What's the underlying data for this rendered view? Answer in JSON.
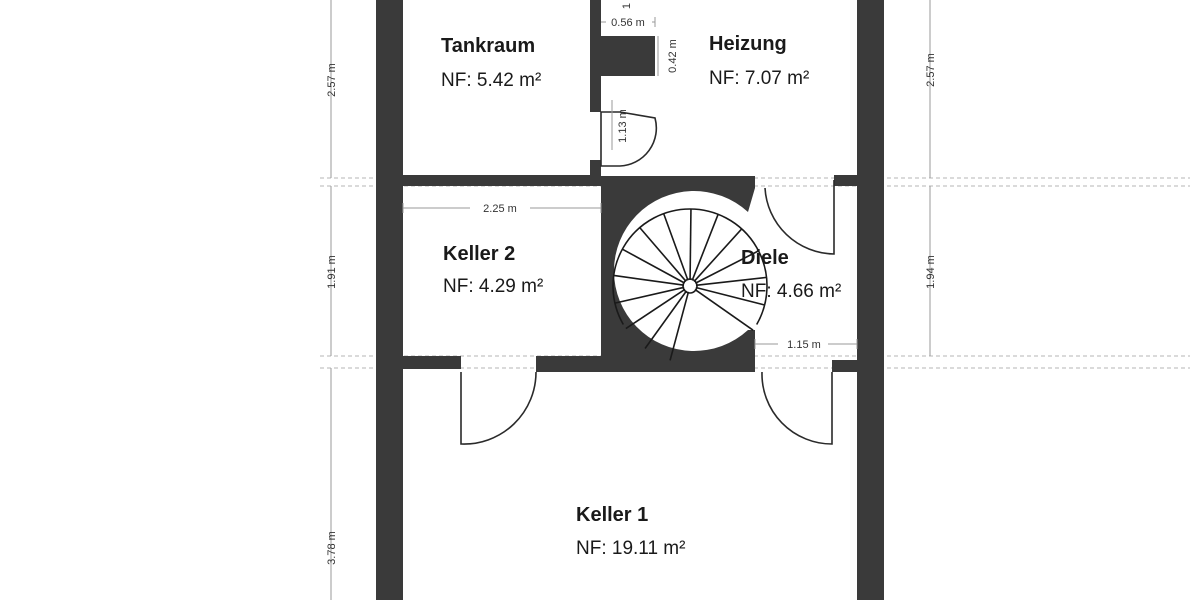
{
  "rooms": {
    "tankraum": {
      "name": "Tankraum",
      "area": "NF: 5.42 m²"
    },
    "heizung": {
      "name": "Heizung",
      "area": "NF: 7.07 m²"
    },
    "keller2": {
      "name": "Keller 2",
      "area": "NF: 4.29 m²"
    },
    "diele": {
      "name": "Diele",
      "area": "NF: 4.66 m²"
    },
    "keller1": {
      "name": "Keller 1",
      "area": "NF: 19.11 m²"
    }
  },
  "dimensions": {
    "left_top": "2.57 m",
    "left_mid": "1.91 m",
    "left_bottom": "3.78 m",
    "right_top": "2.57 m",
    "right_mid": "1.94 m",
    "keller2_width": "2.25 m",
    "diele_width": "1.15 m",
    "niche_width": "0.56 m",
    "niche_depth": "0.42 m",
    "door_width": "1.13 m",
    "cut_top": "1"
  },
  "colors": {
    "wall": "#3a3a3a",
    "dimension_line": "#9a9a9a"
  }
}
